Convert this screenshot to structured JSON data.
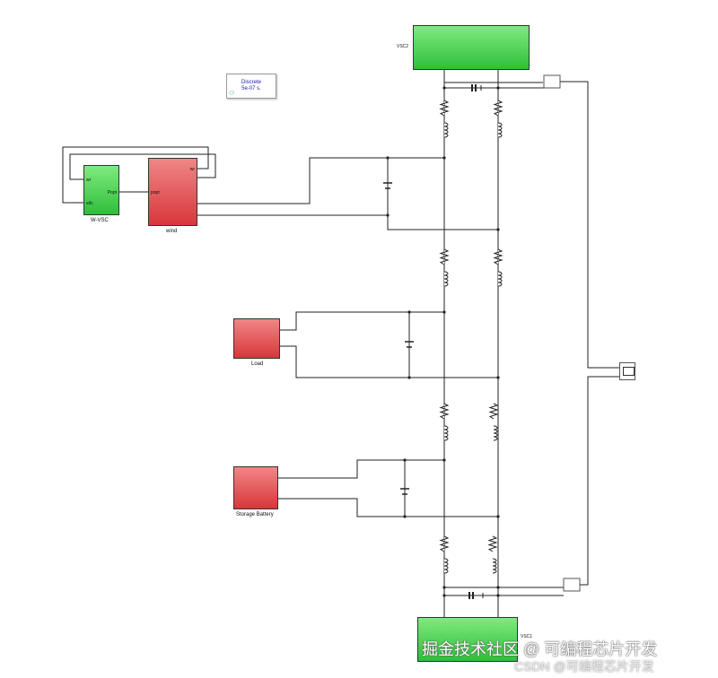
{
  "solver": {
    "line1": "Discrete",
    "line2": "5e-07 s."
  },
  "blocks": {
    "vsc2": {
      "label": "VSC2"
    },
    "vsc1": {
      "label": "VSC1"
    },
    "wvsc": {
      "label": "W-VSC",
      "port_wr": "wr",
      "port_vdc": "vdc",
      "port_popt": "Popt"
    },
    "wind": {
      "label": "wind",
      "port_popt": "popt",
      "port_wr": "wr"
    },
    "load": {
      "label": "Load"
    },
    "battery": {
      "label": "Storage Battery"
    }
  },
  "watermark": {
    "main": "掘金技术社区 @ 可编程芯片开发",
    "sub": "CSDN @可编程芯片开发"
  },
  "colors": {
    "green": "#3fcf4a",
    "red": "#e04a4e",
    "wire": "#222222"
  }
}
